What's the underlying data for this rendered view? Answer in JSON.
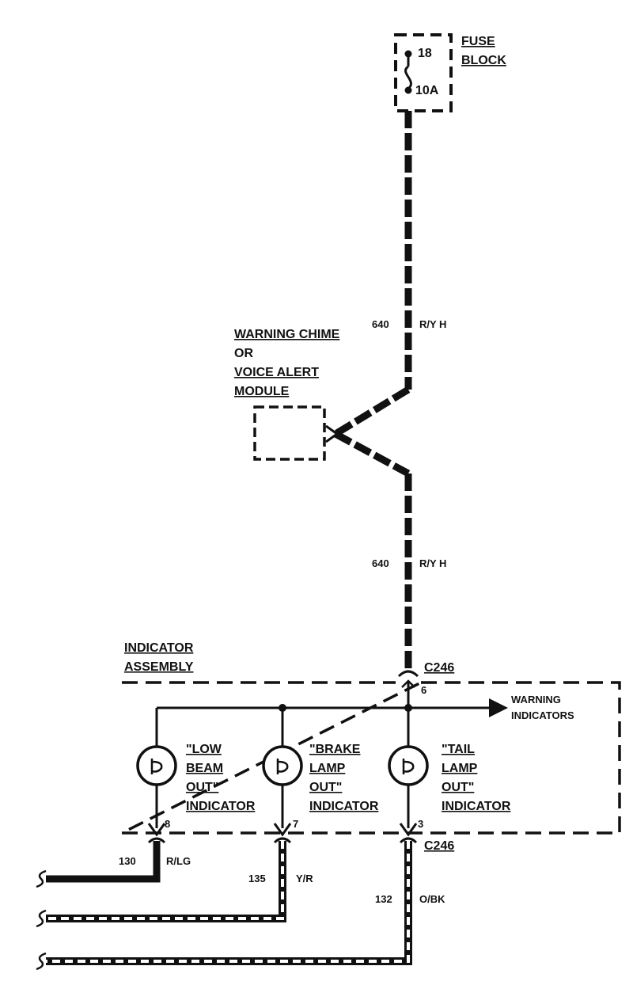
{
  "fuse_block": {
    "label_line1": "FUSE",
    "label_line2": "BLOCK",
    "fuse_number": "18",
    "fuse_rating": "10A"
  },
  "module": {
    "line1": "WARNING CHIME",
    "line2": "OR",
    "line3": "VOICE ALERT",
    "line4": "MODULE"
  },
  "feed_wire_upper": {
    "circuit": "640",
    "color": "R/Y H"
  },
  "feed_wire_lower": {
    "circuit": "640",
    "color": "R/Y H"
  },
  "indicator_assembly": {
    "line1": "INDICATOR",
    "line2": "ASSEMBLY"
  },
  "connector": {
    "top_name": "C246",
    "top_pin": "6",
    "bottom_name": "C246"
  },
  "warning_indicators": {
    "line1": "WARNING",
    "line2": "INDICATORS"
  },
  "lamps": [
    {
      "line1": "\"LOW",
      "line2": "BEAM",
      "line3": "OUT\"",
      "line4": "INDICATOR",
      "pin": "8"
    },
    {
      "line1": "\"BRAKE",
      "line2": "LAMP",
      "line3": "OUT\"",
      "line4": "INDICATOR",
      "pin": "7"
    },
    {
      "line1": "\"TAIL",
      "line2": "LAMP",
      "line3": "OUT\"",
      "line4": "INDICATOR",
      "pin": "3"
    }
  ],
  "output_wires": [
    {
      "circuit": "130",
      "color": "R/LG"
    },
    {
      "circuit": "135",
      "color": "Y/R"
    },
    {
      "circuit": "132",
      "color": "O/BK"
    }
  ],
  "colors": {
    "ink": "#111111",
    "paper": "#ffffff"
  }
}
